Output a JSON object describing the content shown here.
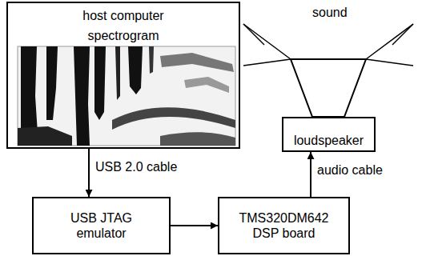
{
  "diagram": {
    "nodes": [
      {
        "text": [
          "host computer",
          "spectrogram"
        ]
      },
      {
        "text": [
          "USB JTAG emulator"
        ]
      },
      {
        "text": [
          "TMS320DM642 DSP board"
        ]
      },
      {
        "text": [
          "loudspeaker"
        ]
      }
    ],
    "edges": [
      {
        "from": 0,
        "to": 1,
        "arrow": "to",
        "label": "USB 2.0 cable"
      },
      {
        "from": 1,
        "to": 2,
        "arrow": "to"
      },
      {
        "from": 2,
        "to": 3,
        "arrow": "to",
        "label": "audio cable"
      }
    ],
    "labels": [
      "sound"
    ]
  }
}
